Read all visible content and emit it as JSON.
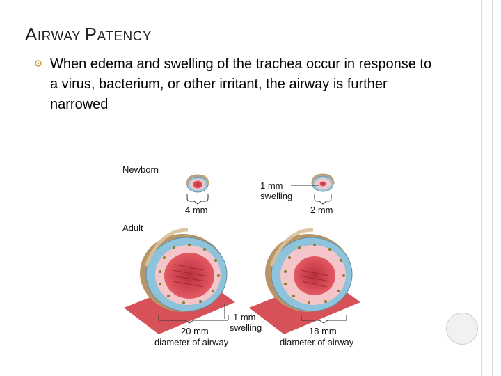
{
  "slide": {
    "title_first_1": "A",
    "title_rest_1": "IRWAY ",
    "title_first_2": "P",
    "title_rest_2": "ATENCY",
    "bullet_text": "When edema and swelling of the trachea occur in response to a virus, bacterium, or other irritant, the airway is further narrowed",
    "accent_color": "#c8a24a"
  },
  "figure": {
    "newborn_label": "Newborn",
    "adult_label": "Adult",
    "swelling_small_value": "1 mm",
    "swelling_small_label": "swelling",
    "newborn_left_size": "4 mm",
    "newborn_right_size": "2 mm",
    "swelling_large_value": "1 mm",
    "swelling_large_label": "swelling",
    "adult_left_size": "20 mm",
    "adult_left_caption": "diameter of airway",
    "adult_right_size": "18 mm",
    "adult_right_caption": "diameter of airway"
  }
}
